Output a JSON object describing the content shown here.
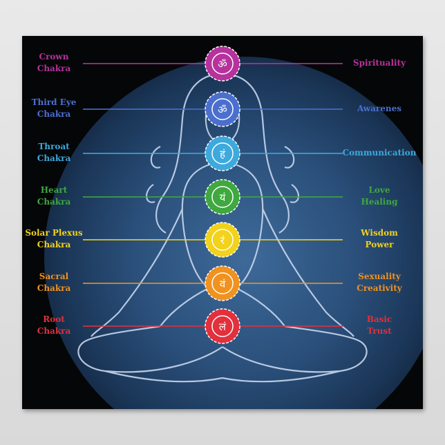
{
  "chakras": [
    {
      "name": "Crown",
      "suffix": "Chakra",
      "meaning": [
        "Spirituality"
      ],
      "color": "#b6329c",
      "symbol": "ॐ"
    },
    {
      "name": "Third Eye",
      "suffix": "Chakra",
      "meaning": [
        "Awarenes"
      ],
      "color": "#4a6fcf",
      "symbol": "ॐ"
    },
    {
      "name": "Throat",
      "suffix": "Chakra",
      "meaning": [
        "Communication"
      ],
      "color": "#3ea9dc",
      "symbol": "हं"
    },
    {
      "name": "Heart",
      "suffix": "Chakra",
      "meaning": [
        "Love",
        "Healing"
      ],
      "color": "#3fa83f",
      "symbol": "यं"
    },
    {
      "name": "Solar Plexus",
      "suffix": "Chakra",
      "meaning": [
        "Wisdom",
        "Power"
      ],
      "color": "#f2d21a",
      "symbol": "रं"
    },
    {
      "name": "Sacral",
      "suffix": "Chakra",
      "meaning": [
        "Sexuality",
        "Creativity"
      ],
      "color": "#f0921f",
      "symbol": "वं"
    },
    {
      "name": "Root",
      "suffix": "Chakra",
      "meaning": [
        "Basic",
        "Trust"
      ],
      "color": "#e2303c",
      "symbol": "लं"
    }
  ]
}
